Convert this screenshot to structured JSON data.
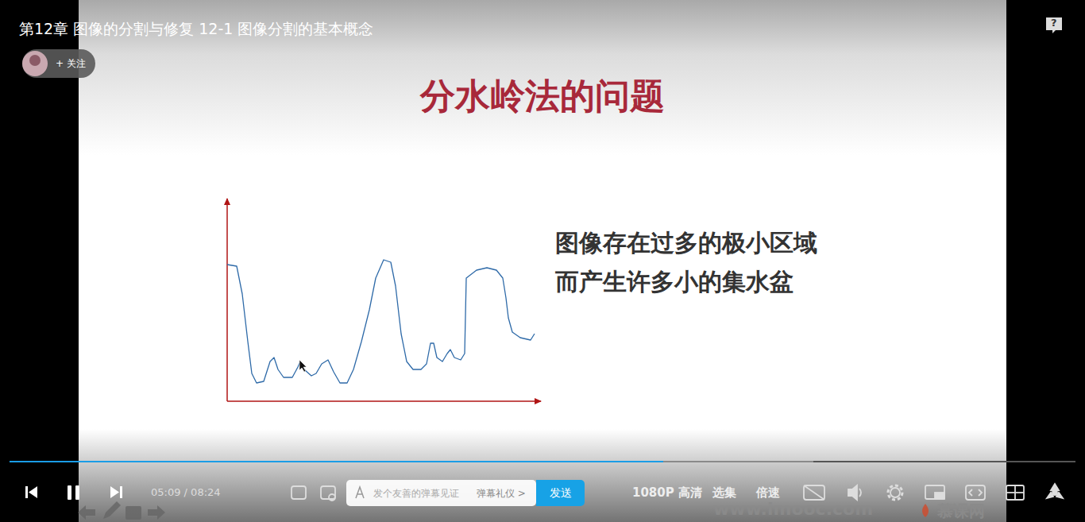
{
  "diagram": {
    "title": "分水岭法的问题",
    "nodes": [
      {
        "text": [
          "发送"
        ]
      }
    ],
    "labels": [
      "第12章 图像的分割与修复 12-1 图像分割的基本概念",
      "+ 关注",
      "?",
      "图像存在过多的极小区域",
      "而产生许多小的集水盆",
      "05:09 / 08:24",
      "发个友善的弹幕见证",
      "弹幕礼仪 >",
      "1080P 高清",
      "选集",
      "倍速",
      "www.imooc.com",
      "慕课网"
    ]
  }
}
